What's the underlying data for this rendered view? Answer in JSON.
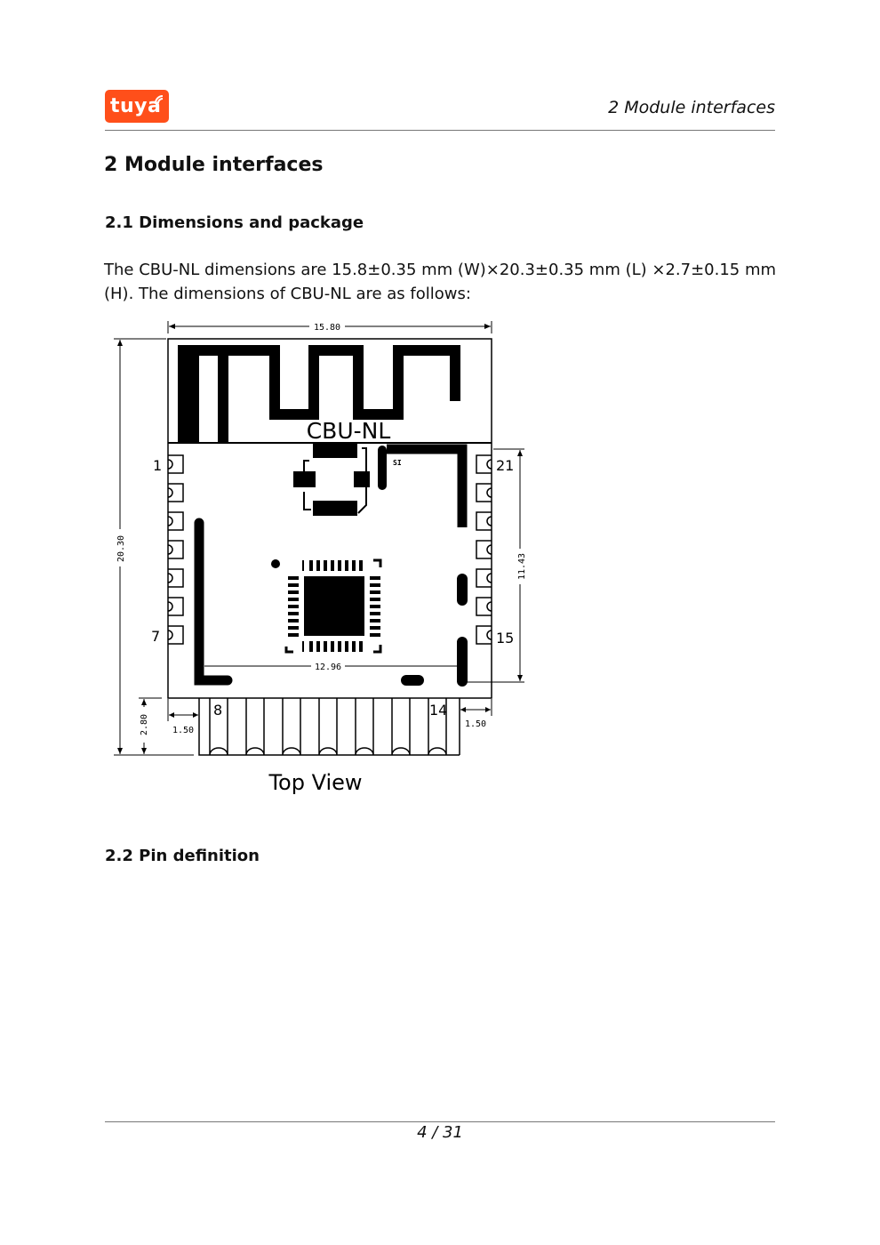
{
  "header": {
    "logo_text": "tuya",
    "section_title": "2 Module interfaces",
    "brand_color": "#ff4f1a"
  },
  "section": {
    "heading": "2  Module interfaces"
  },
  "subsection_dimensions": {
    "heading": "2.1  Dimensions and package",
    "text": "The CBU-NL dimensions are 15.8±0.35 mm (W)×20.3±0.35 mm (L) ×2.7±0.15 mm (H). The dimensions of CBU-NL are as follows:"
  },
  "drawing": {
    "module_label": "CBU-NL",
    "dim_width": "15.80",
    "dim_length": "20.30",
    "dim_right": "11.43",
    "dim_inner": "12.96",
    "dim_bottom_height": "2.80",
    "dim_left_offset": "1.50",
    "dim_right_offset": "1.50",
    "pin_1": "1",
    "pin_7": "7",
    "pin_8": "8",
    "pin_14": "14",
    "pin_15": "15",
    "pin_21": "21",
    "silk_mark": "SI",
    "caption": "Top View"
  },
  "subsection_pins": {
    "heading": "2.2  Pin definition"
  },
  "footer": {
    "page_number": "4 / 31"
  }
}
